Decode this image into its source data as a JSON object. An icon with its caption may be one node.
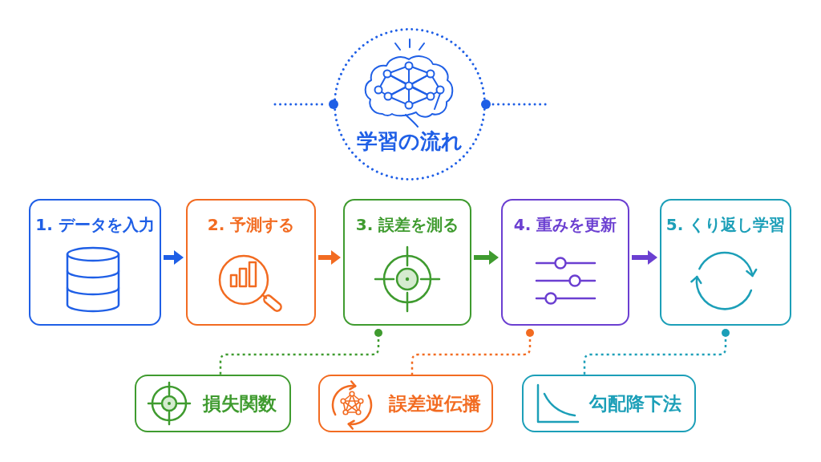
{
  "diagram": {
    "nodes": [
      {
        "text": [
          "学習の流れ"
        ]
      },
      {
        "text": [
          "1. データを入力"
        ]
      },
      {
        "text": [
          "2. 予測する"
        ]
      },
      {
        "text": [
          "3. 誤差を測る"
        ]
      },
      {
        "text": [
          "4. 重みを更新"
        ]
      },
      {
        "text": [
          "5. くり返し学習"
        ]
      },
      {
        "text": [
          "損失関数"
        ]
      },
      {
        "text": [
          "誤差逆伝播"
        ]
      },
      {
        "text": [
          "勾配降下法"
        ]
      }
    ],
    "edges": [
      {
        "from": 1,
        "to": 2,
        "arrow": "to",
        "color": "#1f5fe6"
      },
      {
        "from": 2,
        "to": 3,
        "arrow": "to",
        "color": "#f26b21"
      },
      {
        "from": 3,
        "to": 4,
        "arrow": "to",
        "color": "#3f9b2f"
      },
      {
        "from": 4,
        "to": 5,
        "arrow": "to",
        "color": "#6b3fd1"
      },
      {
        "from": 3,
        "to": 6,
        "arrow": "other",
        "style": "dashed",
        "color": "#3f9b2f"
      },
      {
        "from": 4,
        "to": 7,
        "arrow": "other",
        "style": "dashed",
        "color": "#f26b21"
      },
      {
        "from": 5,
        "to": 8,
        "arrow": "other",
        "style": "dashed",
        "color": "#1c9fb8"
      }
    ]
  }
}
